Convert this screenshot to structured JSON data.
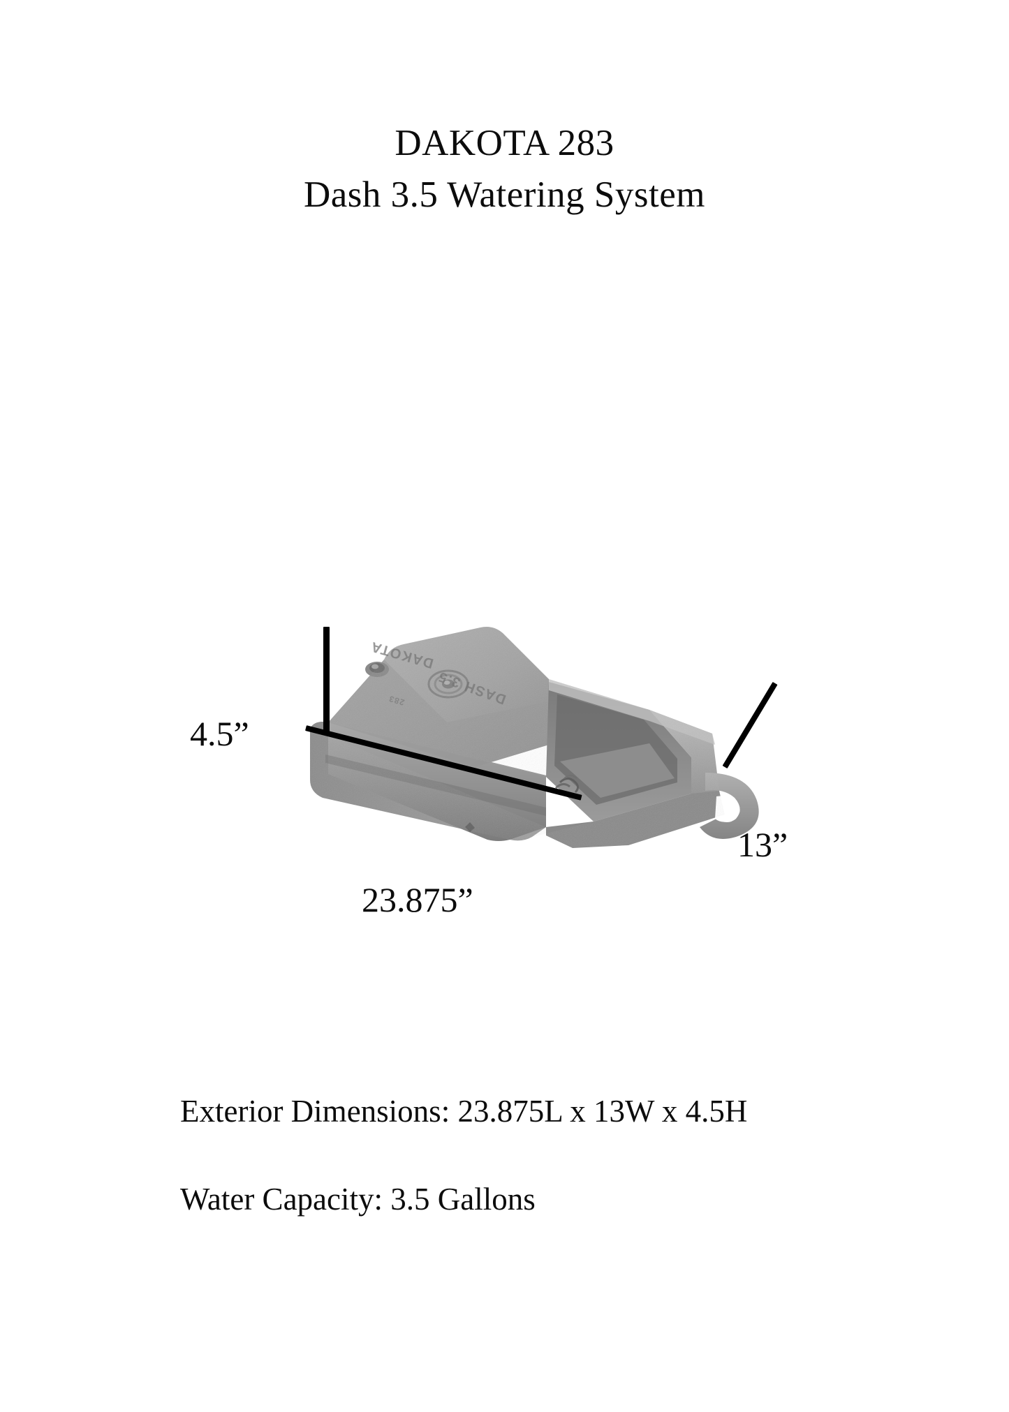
{
  "page": {
    "background_color": "#ffffff",
    "text_color": "#0c0c0c"
  },
  "title": {
    "line1": "DAKOTA 283",
    "line2": "Dash 3.5 Watering System"
  },
  "product_photo": {
    "alt": "Gray plastic livestock watering trough, isometric view",
    "body_color": "#9a9a9a",
    "shadow_color": "#6e6e6e",
    "highlight_color": "#bdbdbd",
    "embossed_brand": "DAKOTA",
    "embossed_model": "283",
    "embossed_series": "DASH 3.5",
    "logo_text": "DAKOTA"
  },
  "dimensions": {
    "height_label": "4.5”",
    "length_label": "23.875”",
    "width_label": "13”"
  },
  "specs": {
    "exterior_dimensions": "Exterior Dimensions: 23.875L x 13W x 4.5H",
    "water_capacity": "Water Capacity: 3.5 Gallons"
  }
}
